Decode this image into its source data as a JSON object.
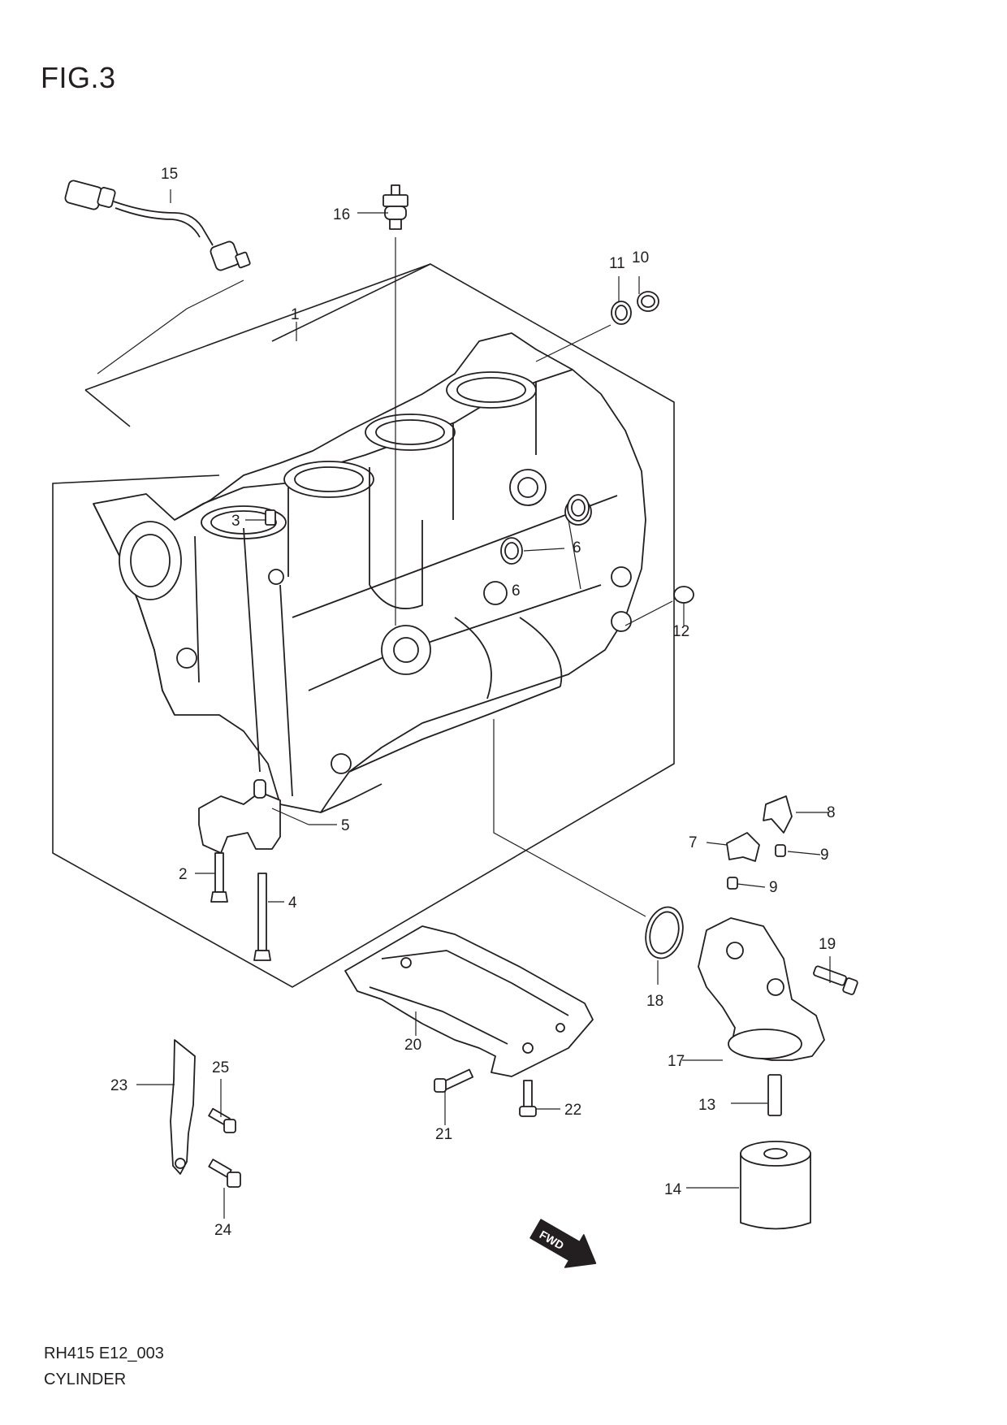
{
  "figure": {
    "title": "FIG.3",
    "code": "RH415 E12_003",
    "name": "CYLINDER",
    "fwd_label": "FWD"
  },
  "callouts": [
    {
      "id": "c1",
      "label": "1"
    },
    {
      "id": "c2",
      "label": "2"
    },
    {
      "id": "c3",
      "label": "3"
    },
    {
      "id": "c4",
      "label": "4"
    },
    {
      "id": "c5",
      "label": "5"
    },
    {
      "id": "c6a",
      "label": "6"
    },
    {
      "id": "c6b",
      "label": "6"
    },
    {
      "id": "c7",
      "label": "7"
    },
    {
      "id": "c8",
      "label": "8"
    },
    {
      "id": "c9a",
      "label": "9"
    },
    {
      "id": "c9b",
      "label": "9"
    },
    {
      "id": "c10",
      "label": "10"
    },
    {
      "id": "c11",
      "label": "11"
    },
    {
      "id": "c12",
      "label": "12"
    },
    {
      "id": "c13",
      "label": "13"
    },
    {
      "id": "c14",
      "label": "14"
    },
    {
      "id": "c15",
      "label": "15"
    },
    {
      "id": "c16",
      "label": "16"
    },
    {
      "id": "c17",
      "label": "17"
    },
    {
      "id": "c18",
      "label": "18"
    },
    {
      "id": "c19",
      "label": "19"
    },
    {
      "id": "c20",
      "label": "20"
    },
    {
      "id": "c21",
      "label": "21"
    },
    {
      "id": "c22",
      "label": "22"
    },
    {
      "id": "c23",
      "label": "23"
    },
    {
      "id": "c24",
      "label": "24"
    },
    {
      "id": "c25",
      "label": "25"
    }
  ]
}
